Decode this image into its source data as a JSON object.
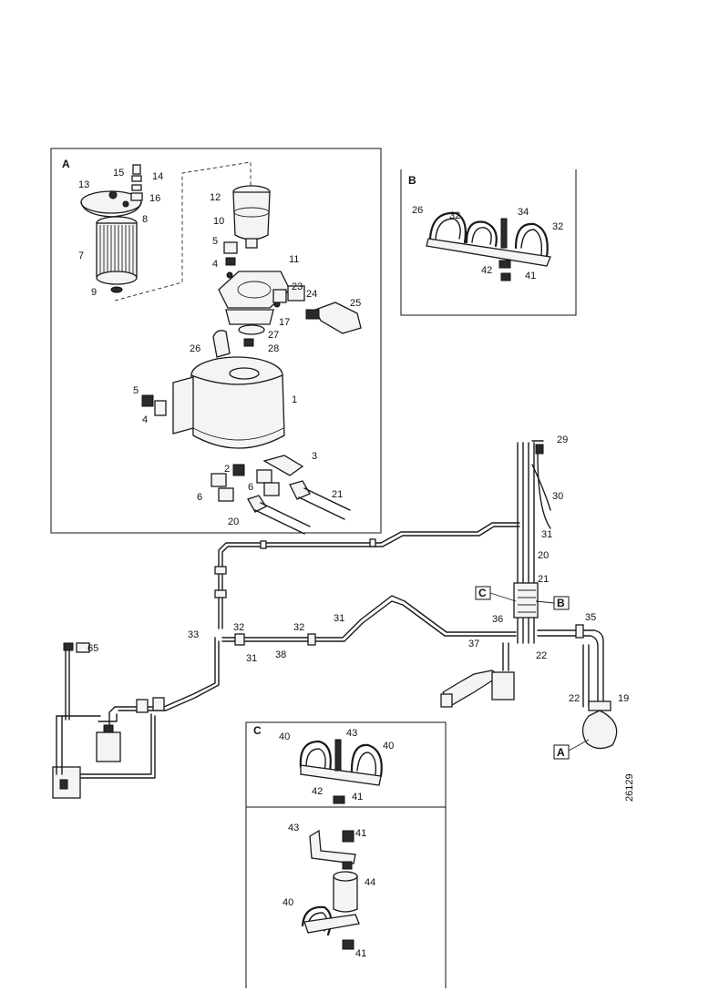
{
  "panels": {
    "a": {
      "letter": "A"
    },
    "b": {
      "letter": "B"
    },
    "c": {
      "letter": "C"
    }
  },
  "callouts": {
    "a": [
      "15",
      "14",
      "13",
      "16",
      "8",
      "12",
      "10",
      "7",
      "5",
      "4",
      "9",
      "11",
      "23",
      "24",
      "25",
      "17",
      "27",
      "28",
      "26",
      "5",
      "4",
      "1",
      "3",
      "2",
      "6",
      "6",
      "21",
      "20"
    ],
    "b": [
      "26",
      "32",
      "34",
      "32",
      "42",
      "41"
    ],
    "c": [
      "40",
      "43",
      "40",
      "42",
      "41",
      "43",
      "41",
      "44",
      "40",
      "41"
    ],
    "main": [
      "29",
      "30",
      "31",
      "20",
      "21",
      "36",
      "35",
      "22",
      "22",
      "19",
      "33",
      "32",
      "32",
      "31",
      "31",
      "38",
      "37",
      "65"
    ]
  },
  "refs": {
    "c": "C",
    "b": "B",
    "a": "A"
  },
  "drawing_number": "26129"
}
